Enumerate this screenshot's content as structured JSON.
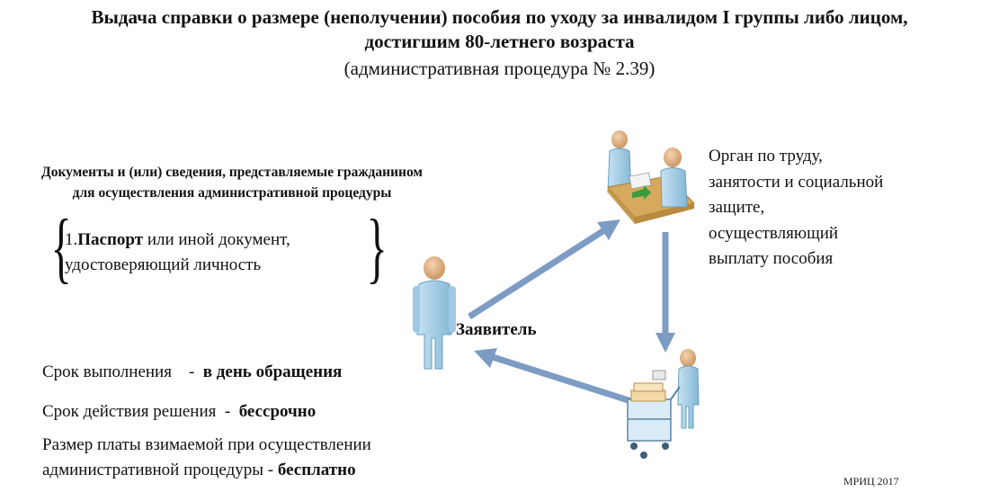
{
  "title_line1": "Выдача справки о размере (неполучении) пособия по уходу за инвалидом I группы либо лицом,",
  "title_line2": "достигшим 80-летнего возраста",
  "subtitle": "(административная  процедура № 2.39)",
  "docs": {
    "heading_line1": "Документы и (или) сведения, представляемые гражданином",
    "heading_line2": "для осуществления административной процедуры",
    "item_number": "1.",
    "item_bold": "Паспорт",
    "item_rest_line1": " или иной документ,",
    "item_line2": "удостоверяющий личность"
  },
  "organ": {
    "lines": [
      "Орган по труду,",
      "занятости и социальной",
      "защите,",
      "осуществляющий",
      "выплату пособия"
    ]
  },
  "applicant_label": "Заявитель",
  "term": {
    "label": "Срок выполнения    -  ",
    "value": "в день обращения"
  },
  "validity": {
    "label": "Срок действия решения  -  ",
    "value": "бессрочно"
  },
  "fee": {
    "line1": "Размер платы взимаемой при осуществлении",
    "line2_label": "административной процедуры - ",
    "line2_value": "бесплатно"
  },
  "footer": "МРИЦ 2017",
  "colors": {
    "arrow": "#7d9cc4",
    "person": "#a9cfe6",
    "skin": "#e8b98c",
    "desk": "#d6a95c"
  }
}
